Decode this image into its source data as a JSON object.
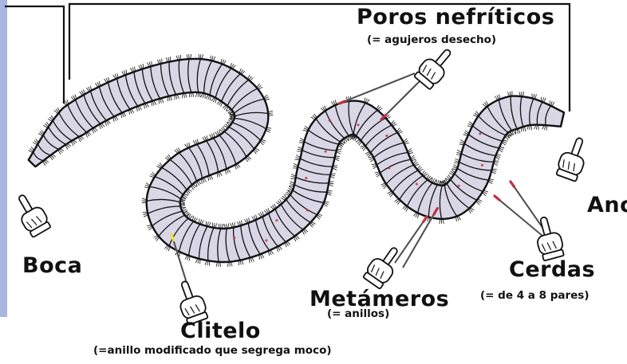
{
  "labels": {
    "poros_title": "Poros nefríticos",
    "poros_sub": "(= agujeros desecho)",
    "boca": "Boca",
    "ano": "Ano",
    "metameros_title": "Metámeros",
    "metameros_sub": "(= anillos)",
    "cerdas_title": "Cerdas",
    "cerdas_sub": "(= de 4 a 8 pares)",
    "clitelo_title": "Clitelo",
    "clitelo_sub": "(=anillo modificado que segrega moco)"
  },
  "colors": {
    "body_fill": "#d9d7e6",
    "outline": "#111111",
    "pore_red": "#c0303a",
    "pin_grey": "#8a8a8a",
    "pin_yellow": "#f1df3a",
    "side_bar": "#a9b6e0"
  },
  "icons": [
    "pointing-hand-icon",
    "pin-probe-icon"
  ]
}
